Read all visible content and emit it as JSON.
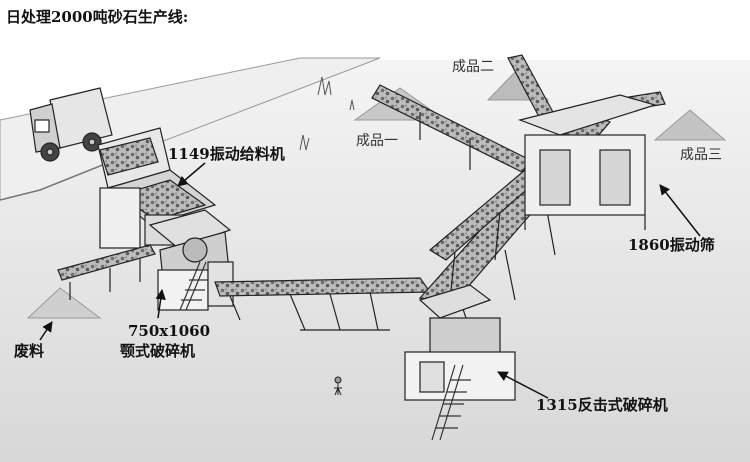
{
  "diagram": {
    "title": "日处理2000吨砂石生产线:",
    "labels": {
      "feeder": "1149振动给料机",
      "jaw_crusher_size": "750x1060",
      "jaw_crusher_name": "颚式破碎机",
      "impact_crusher": "1315反击式破碎机",
      "vibrating_screen": "1860振动筛",
      "product_1": "成品一",
      "product_2": "成品二",
      "product_3": "成品三",
      "waste": "废料"
    }
  }
}
